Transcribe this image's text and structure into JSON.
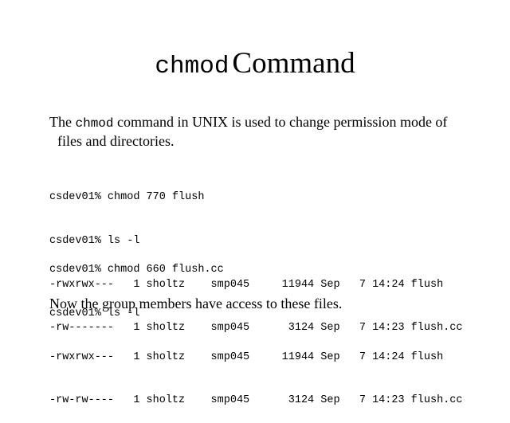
{
  "title": {
    "command": "chmod",
    "word": "Command"
  },
  "intro": {
    "part1": "The",
    "command": "chmod",
    "part2": "command in UNIX is used to change permission mode of",
    "part3": "files and directories."
  },
  "terminal_block_1": [
    "csdev01% chmod 770 flush",
    "csdev01% ls -l",
    "-rwxrwx---   1 sholtz    smp045     11944 Sep   7 14:24 flush",
    "-rw-------   1 sholtz    smp045      3124 Sep   7 14:23 flush.cc"
  ],
  "terminal_block_2": [
    "csdev01% chmod 660 flush.cc",
    "csdev01% ls -l",
    "-rwxrwx---   1 sholtz    smp045     11944 Sep   7 14:24 flush",
    "-rw-rw----   1 sholtz    smp045      3124 Sep   7 14:23 flush.cc"
  ],
  "conclusion": "Now the group members have access to these files."
}
